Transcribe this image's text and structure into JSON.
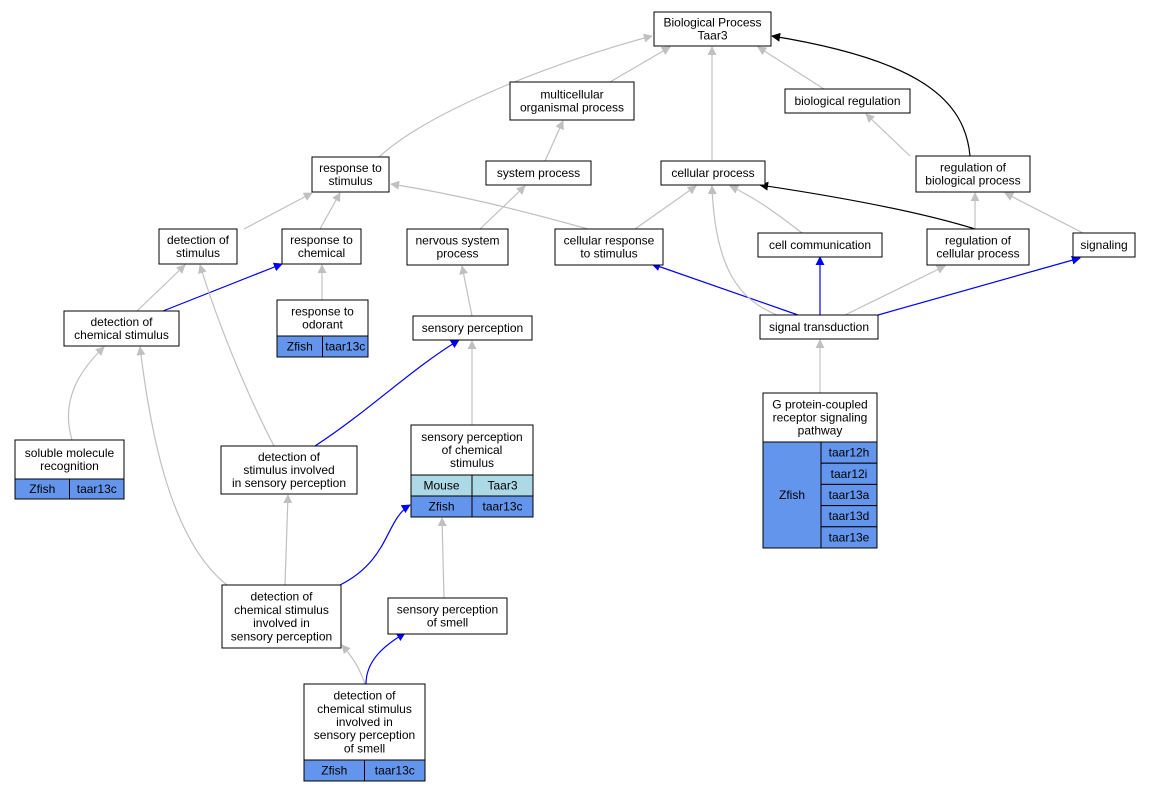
{
  "colors": {
    "gray_edge": "#c0c0c0",
    "blue_edge": "#0000ff",
    "black_edge": "#000000",
    "zfish_cell": "#6495ed",
    "mouse_cell": "#add8e6"
  },
  "nodes": {
    "root": {
      "lines": [
        "Biological Process",
        "Taar3"
      ]
    },
    "multicellular": {
      "lines": [
        "multicellular",
        "organismal process"
      ]
    },
    "bioreg": {
      "lines": [
        "biological regulation"
      ]
    },
    "response_stim": {
      "lines": [
        "response to",
        "stimulus"
      ]
    },
    "system_proc": {
      "lines": [
        "system process"
      ]
    },
    "cellular_proc": {
      "lines": [
        "cellular process"
      ]
    },
    "reg_bio": {
      "lines": [
        "regulation of",
        "biological process"
      ]
    },
    "detect_stim": {
      "lines": [
        "detection of",
        "stimulus"
      ]
    },
    "resp_chem": {
      "lines": [
        "response to",
        "chemical"
      ]
    },
    "nervous": {
      "lines": [
        "nervous system",
        "process"
      ]
    },
    "cell_resp": {
      "lines": [
        "cellular response",
        "to stimulus"
      ]
    },
    "cell_comm": {
      "lines": [
        "cell communication"
      ]
    },
    "reg_cell": {
      "lines": [
        "regulation of",
        "cellular process"
      ]
    },
    "signaling": {
      "lines": [
        "signaling"
      ]
    },
    "detect_chem": {
      "lines": [
        "detection of",
        "chemical stimulus"
      ]
    },
    "resp_odor": {
      "lines": [
        "response to",
        "odorant"
      ],
      "cells": [
        [
          "Zfish",
          "taar13c"
        ]
      ]
    },
    "sens_perc": {
      "lines": [
        "sensory perception"
      ]
    },
    "sig_trans": {
      "lines": [
        "signal transduction"
      ]
    },
    "soluble": {
      "lines": [
        "soluble molecule",
        "recognition"
      ],
      "cells": [
        [
          "Zfish",
          "taar13c"
        ]
      ]
    },
    "detect_stim_sens": {
      "lines": [
        "detection of",
        "stimulus involved",
        "in sensory perception"
      ]
    },
    "sens_perc_chem": {
      "lines": [
        "sensory perception",
        "of chemical",
        "stimulus"
      ],
      "cells": [
        [
          "Mouse",
          "Taar3"
        ],
        [
          "Zfish",
          "taar13c"
        ]
      ]
    },
    "gpcr": {
      "lines": [
        "G protein-coupled",
        "receptor signaling",
        "pathway"
      ],
      "species": "Zfish",
      "genes": [
        "taar12h",
        "taar12i",
        "taar13a",
        "taar13d",
        "taar13e"
      ]
    },
    "detect_chem_sens": {
      "lines": [
        "detection of",
        "chemical stimulus",
        "involved in",
        "sensory perception"
      ]
    },
    "sens_smell": {
      "lines": [
        "sensory perception",
        "of smell"
      ]
    },
    "detect_chem_smell": {
      "lines": [
        "detection of",
        "chemical stimulus",
        "involved in",
        "sensory perception",
        "of smell"
      ],
      "cells": [
        [
          "Zfish",
          "taar13c"
        ]
      ]
    }
  }
}
